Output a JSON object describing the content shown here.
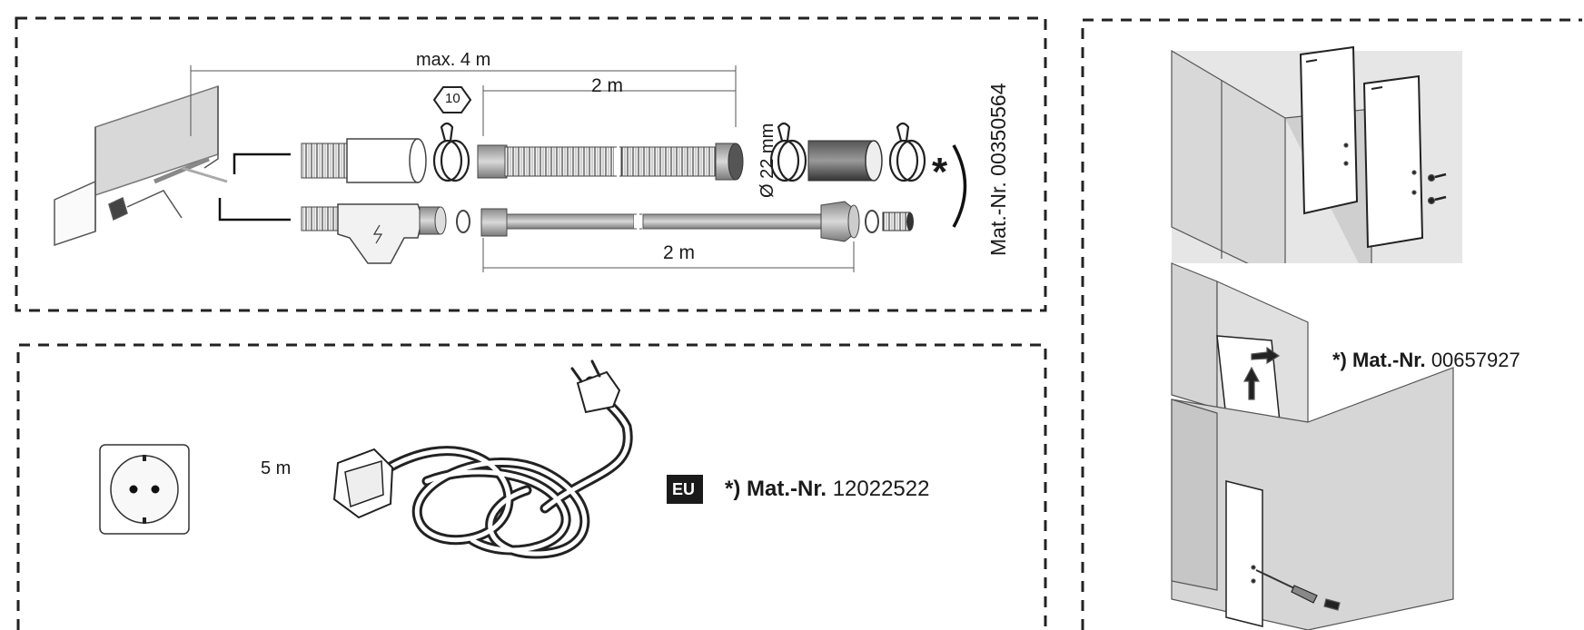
{
  "hose_panel": {
    "max_length": "max. 4 m",
    "hex_size": "10",
    "hose_length": "2 m",
    "hose_diameter": "Ø 22 mm",
    "supply_length": "2 m",
    "asterisk": "*",
    "mat_nr": "Mat.-Nr. 00350564"
  },
  "power_panel": {
    "cable_length": "5 m",
    "eu_badge": "EU",
    "mat_prefix": "*) Mat.-Nr.",
    "mat_number": "12022522"
  },
  "cover_panel": {
    "mat_prefix": "*) Mat.-Nr.",
    "mat_number": "00657927"
  }
}
